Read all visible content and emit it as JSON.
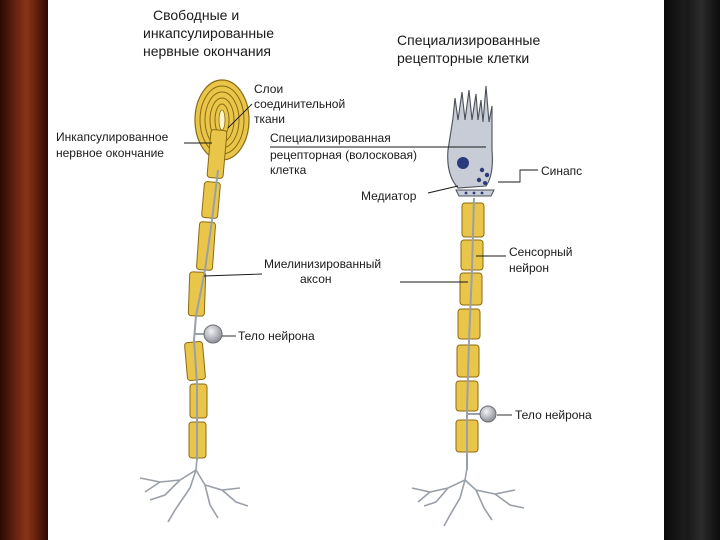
{
  "headings": {
    "free_line1": "Свободные и",
    "free_line2": "инкапсулированные",
    "free_line3": "нервные окончания",
    "spec_line1": "Специализированные",
    "spec_line2": "рецепторные клетки"
  },
  "labels": {
    "layers_line1": "Слои",
    "layers_line2": "соединительной",
    "layers_line3": "ткани",
    "encap_line1": "Инкапсулированное",
    "encap_line2": "нервное окончание",
    "receptor_line1": "Специализированная",
    "receptor_line2": "рецепторная (волосковая)",
    "receptor_line3": "клетка",
    "synapse": "Синапс",
    "mediator": "Медиатор",
    "sensory_line1": "Сенсорный",
    "sensory_line2": "нейрон",
    "axon_line1": "Миелинизированный",
    "axon_line2": "аксон",
    "body_left": "Тело нейрона",
    "body_right": "Тело нейрона"
  },
  "colors": {
    "myelin": "#e9c64a",
    "myelin_stroke": "#8a6a12",
    "receptor_cell": "#c7ccd6",
    "neuron_body": "#b9bcc2",
    "curtain": "#7a2c14"
  }
}
